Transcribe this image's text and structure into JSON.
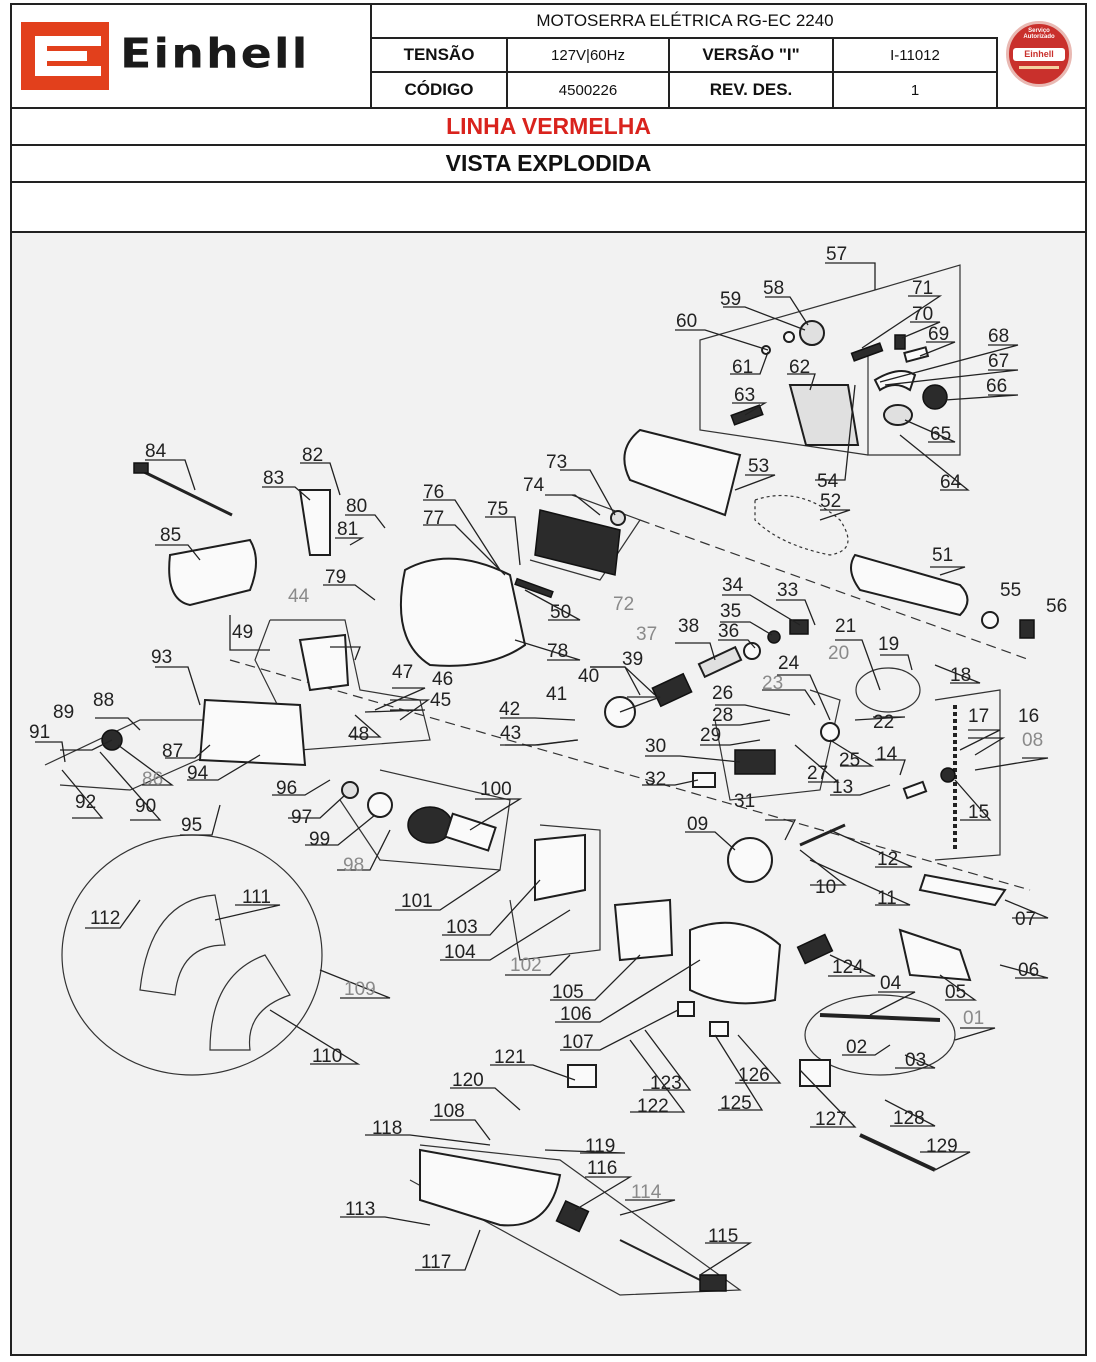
{
  "header": {
    "brand": "Einhell",
    "product_title": "MOTOSERRA ELÉTRICA RG-EC 2240",
    "tensao_label": "TENSÃO",
    "tensao_value": "127V|60Hz",
    "versao_label": "VERSÃO \"I\"",
    "versao_value": "I-11012",
    "codigo_label": "CÓDIGO",
    "codigo_value": "4500226",
    "rev_label": "REV. DES.",
    "rev_value": "1",
    "badge_top_text": "Serviço Autorizado",
    "badge_brand": "Einhell"
  },
  "bands": {
    "line_name": "LINHA VERMELHA",
    "view_title": "VISTA EXPLODIDA"
  },
  "colors": {
    "brand_red": "#e2401c",
    "title_red": "#d9231d",
    "diagram_bg": "#f2f2f2",
    "group_label_gray": "#8a8a8a"
  },
  "diagram": {
    "part_labels": [
      "57",
      "59",
      "58",
      "71",
      "70",
      "69",
      "60",
      "61",
      "62",
      "68",
      "67",
      "66",
      "63",
      "65",
      "54",
      "64",
      "53",
      "52",
      "84",
      "82",
      "83",
      "80",
      "81",
      "76",
      "77",
      "75",
      "74",
      "73",
      "85",
      "79",
      "51",
      "55",
      "56",
      "50",
      "72",
      "78",
      "34",
      "33",
      "35",
      "37",
      "38",
      "36",
      "21",
      "19",
      "18",
      "20",
      "44",
      "49",
      "47",
      "46",
      "45",
      "93",
      "40",
      "39",
      "24",
      "22",
      "88",
      "89",
      "91",
      "48",
      "42",
      "41",
      "26",
      "23",
      "17",
      "16",
      "08",
      "43",
      "28",
      "29",
      "25",
      "87",
      "94",
      "86",
      "90",
      "92",
      "27",
      "30",
      "14",
      "13",
      "32",
      "15",
      "96",
      "97",
      "95",
      "100",
      "99",
      "31",
      "09",
      "12",
      "98",
      "10",
      "11",
      "101",
      "112",
      "111",
      "103",
      "104",
      "07",
      "102",
      "124",
      "105",
      "109",
      "106",
      "06",
      "04",
      "05",
      "01",
      "107",
      "02",
      "03",
      "110",
      "121",
      "123",
      "126",
      "120",
      "122",
      "125",
      "108",
      "127",
      "128",
      "118",
      "119",
      "129",
      "116",
      "114",
      "113",
      "115",
      "117"
    ],
    "group_labels": [
      "37",
      "20",
      "44",
      "72",
      "23",
      "08",
      "86",
      "98",
      "102",
      "109",
      "01",
      "114"
    ]
  }
}
